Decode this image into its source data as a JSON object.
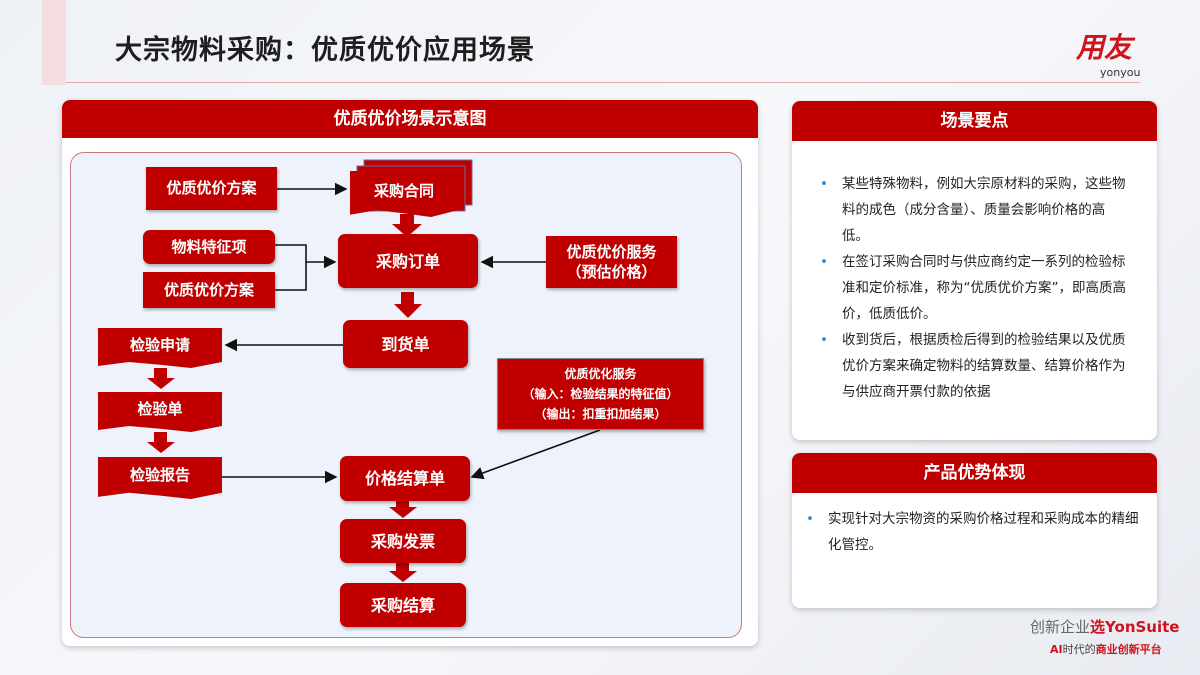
{
  "header": {
    "title": "大宗物料采购：优质优价应用场景",
    "logo": "用友",
    "logo_sub": "yonyou"
  },
  "diagram": {
    "title": "优质优价场景示意图",
    "nodes": {
      "plan1": "优质优价方案",
      "contract": "采购合同",
      "feature": "物料特征项",
      "plan2": "优质优价方案",
      "order": "采购订单",
      "service_title": "优质优价服务",
      "service_sub": "（预估价格）",
      "arrival": "到货单",
      "insp_req": "检验申请",
      "insp": "检验单",
      "insp_report": "检验报告",
      "opt_title": "优质优化服务",
      "opt_in": "（输入：检验结果的特征值）",
      "opt_out": "（输出：扣重扣加结果）",
      "settle_doc": "价格结算单",
      "invoice": "采购发票",
      "settle": "采购结算"
    }
  },
  "points": {
    "title": "场景要点",
    "items": [
      "某些特殊物料，例如大宗原材料的采购，这些物料的成色（成分含量）、质量会影响价格的高低。",
      "在签订采购合同时与供应商约定一系列的检验标准和定价标准，称为“优质优价方案”，即高质高价，低质低价。",
      "收到货后，根据质检后得到的检验结果以及优质优价方案来确定物料的结算数量、结算价格作为与供应商开票付款的依据"
    ]
  },
  "advantage": {
    "title": "产品优势体现",
    "items": [
      "实现针对大宗物资的采购价格过程和采购成本的精细化管控。"
    ]
  },
  "footer": {
    "slogan_a": "创新企业",
    "slogan_b": "选",
    "slogan_c": "YonSuite",
    "tag_ai": "AI",
    "tag_a": "时代的",
    "tag_b": "商业创新平台"
  }
}
